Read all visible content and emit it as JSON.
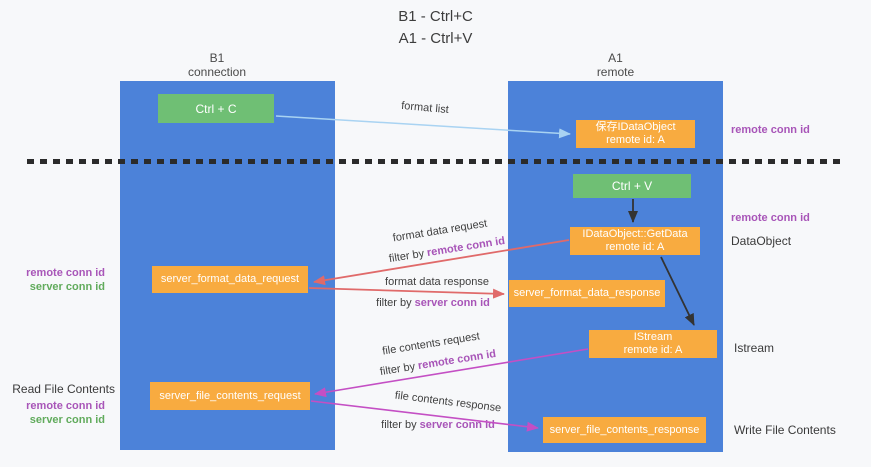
{
  "title": {
    "line1": "B1 - Ctrl+C",
    "line2": "A1 - Ctrl+V"
  },
  "lanes": {
    "left": {
      "name": "B1",
      "role": "connection"
    },
    "right": {
      "name": "A1",
      "role": "remote"
    }
  },
  "boxes": {
    "ctrl_c": {
      "label": "Ctrl + C"
    },
    "ctrl_v": {
      "label": "Ctrl + V"
    },
    "save_dataobject": {
      "line1": "保存IDataObject",
      "line2": "remote id: A"
    },
    "getdata": {
      "line1": "IDataObject::GetData",
      "line2": "remote id: A"
    },
    "format_request": {
      "label": "server_format_data_request"
    },
    "format_response": {
      "label": "server_format_data_response"
    },
    "istream": {
      "line1": "IStream",
      "line2": "remote id: A"
    },
    "file_request": {
      "label": "server_file_contents_request"
    },
    "file_response": {
      "label": "server_file_contents_response"
    }
  },
  "flow_labels": {
    "format_list": "format list",
    "format_data_request": "format data request",
    "format_data_response": "format data response",
    "file_contents_request": "file contents request",
    "file_contents_response": "file contents response",
    "filter_by": "filter by ",
    "remote_conn_id": "remote conn id",
    "server_conn_id": "server conn id"
  },
  "side_labels": {
    "right_remote_conn_id_top": "remote conn id",
    "right_remote_conn_id_mid": "remote conn id",
    "dataobject": "DataObject",
    "istream": "Istream",
    "write_file_contents": "Write File Contents",
    "left_remote_conn_id_1": "remote conn id",
    "left_server_conn_id_1": "server conn id",
    "read_file_contents": "Read File Contents",
    "left_remote_conn_id_2": "remote conn id",
    "left_server_conn_id_2": "server conn id"
  },
  "colors": {
    "background": "#f7f8fa",
    "lane_blue": "#4c82d9",
    "box_orange": "#f8ab40",
    "box_green": "#6fbf74",
    "arrow_light_blue": "#a9d3f2",
    "arrow_red": "#e06a6a",
    "arrow_magenta": "#c44fc4",
    "arrow_black": "#333333",
    "label_purple": "#a855b8",
    "label_green": "#61ab5c"
  }
}
